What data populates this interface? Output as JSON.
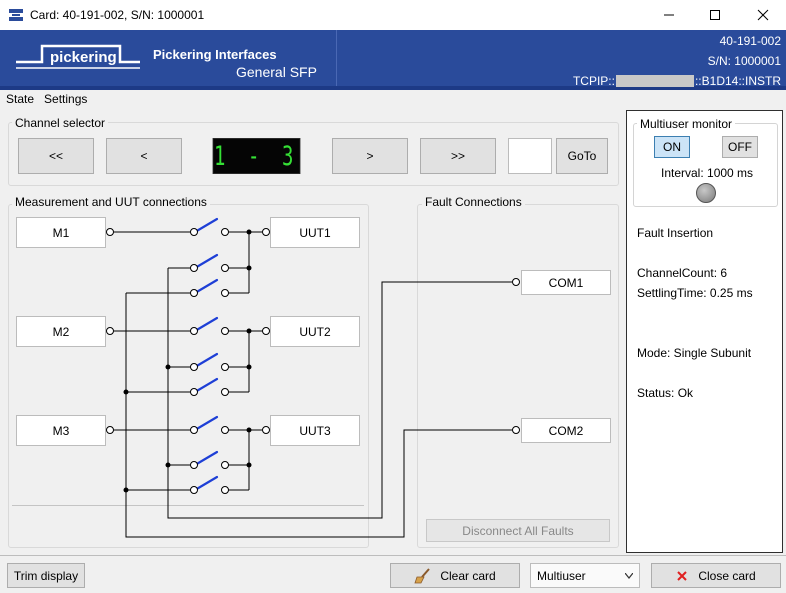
{
  "window": {
    "title": "Card: 40-191-002,  S/N: 1000001",
    "minimize_icon": "minimize-icon",
    "maximize_icon": "maximize-icon",
    "close_icon": "close-icon"
  },
  "header": {
    "logo_text": "pickering",
    "company": "Pickering Interfaces",
    "product": "General SFP",
    "card_id": "40-191-002",
    "serial": "S/N: 1000001",
    "address_prefix": "TCPIP::",
    "address_suffix": "::B1D14::INSTR"
  },
  "menu": [
    "State",
    "Settings"
  ],
  "channel_selector": {
    "label": "Channel selector",
    "first_label": "<<",
    "prev_label": "<",
    "display": "1 - 3",
    "next_label": ">",
    "last_label": ">>",
    "goto_value": "",
    "goto_label": "GoTo"
  },
  "measurement": {
    "label": "Measurement and UUT connections",
    "m_labels": [
      "M1",
      "M2",
      "M3"
    ],
    "uut_labels": [
      "UUT1",
      "UUT2",
      "UUT3"
    ]
  },
  "faults": {
    "label": "Fault Connections",
    "com_labels": [
      "COM1",
      "COM2"
    ],
    "disconnect_label": "Disconnect All Faults"
  },
  "multiuser_monitor": {
    "label": "Multiuser monitor",
    "on_label": "ON",
    "off_label": "OFF",
    "interval": "Interval: 1000 ms"
  },
  "info": {
    "title": "Fault Insertion",
    "channel_count": "ChannelCount: 6",
    "settling_time": "SettlingTime: 0.25 ms",
    "mode": "Mode: Single Subunit",
    "status": "Status: Ok"
  },
  "footer": {
    "trim_label": "Trim display",
    "clear_label": "Clear card",
    "clear_icon": "broom-icon",
    "mode_select": "Multiuser",
    "close_label": "Close card",
    "close_icon": "red-x-icon"
  },
  "colors": {
    "header_bg": "#2a4b9b",
    "lcd_text": "#35e035",
    "switch_blade": "#1e3fd6",
    "toggle_on": "#cce4f7"
  }
}
